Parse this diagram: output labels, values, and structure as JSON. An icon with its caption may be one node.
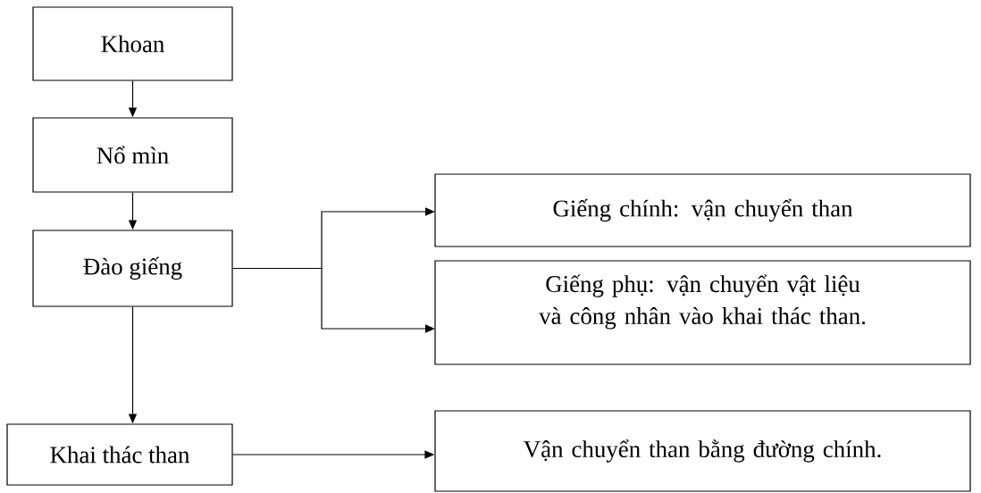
{
  "diagram": {
    "nodes": [
      {
        "text": [
          "Khoan"
        ]
      },
      {
        "text": [
          "Nổ mìn"
        ]
      },
      {
        "text": [
          "Đào giếng"
        ]
      },
      {
        "text": [
          "Giếng chính:  vận chuyển than"
        ]
      },
      {
        "text": [
          "Giếng phụ: vận chuyển vật liệu và công nhân vào khai thác than."
        ]
      },
      {
        "text": [
          "Khai thác than"
        ]
      },
      {
        "text": [
          "Vận chuyển than bằng đường chính."
        ]
      }
    ],
    "edges": [
      {
        "from": 0,
        "to": 1,
        "arrow": "to"
      },
      {
        "from": 1,
        "to": 2,
        "arrow": "to"
      },
      {
        "from": 2,
        "to": 3,
        "arrow": "to"
      },
      {
        "from": 2,
        "to": 4,
        "arrow": "to"
      },
      {
        "from": 2,
        "to": 5,
        "arrow": "to"
      },
      {
        "from": 5,
        "to": 6,
        "arrow": "to"
      }
    ]
  }
}
